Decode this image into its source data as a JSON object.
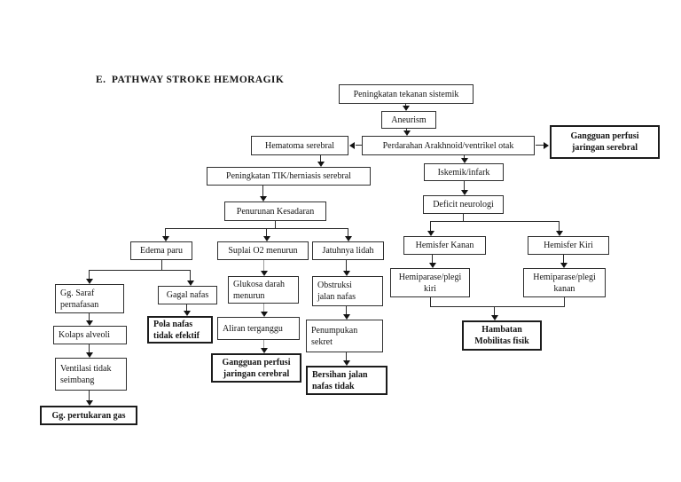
{
  "title": "E.  PATHWAY STROKE HEMORAGIK",
  "colors": {
    "background": "#ffffff",
    "line": "#2a2a2a",
    "light_line": "#9b9b9b",
    "box_border": "#2f2f2f",
    "text": "#141414"
  },
  "nodes": {
    "sistemik": {
      "label": "Peningkatan tekanan sistemik"
    },
    "aneurism": {
      "label": "Aneurism"
    },
    "hematoma": {
      "label": "Hematoma serebral"
    },
    "perdarahan": {
      "label": "Perdarahan Arakhnoid/ventrikel otak"
    },
    "gangguan_serebral": {
      "label": "Gangguan perfusi\njaringan serebral"
    },
    "tik": {
      "label": "Peningkatan TIK/herniasis serebral"
    },
    "penurunan": {
      "label": "Penurunan  Kesadaran"
    },
    "iskemik": {
      "label": "Iskemik/infark"
    },
    "deficit": {
      "label": "Deficit neurologi"
    },
    "edema": {
      "label": "Edema paru"
    },
    "suplai": {
      "label": "Suplai O2 menurun"
    },
    "jatuhnya": {
      "label": "Jatuhnya lidah"
    },
    "hemisfer_kanan": {
      "label": "Hemisfer Kanan"
    },
    "hemisfer_kiri": {
      "label": "Hemisfer Kiri"
    },
    "hemiparase_kiri": {
      "label": "Hemiparase/plegi\nkiri"
    },
    "hemiparase_kanan": {
      "label": "Hemiparase/plegi\nkanan"
    },
    "hambatan": {
      "label": "Hambatan\nMobilitas fisik"
    },
    "gg_saraf": {
      "label": "Gg. Saraf\npernafasan"
    },
    "kolaps": {
      "label": "Kolaps alveoli"
    },
    "ventilasi": {
      "label": "Ventilasi tidak\nseimbang"
    },
    "gg_pertukaran": {
      "label": "Gg. pertukaran gas"
    },
    "gagal": {
      "label": "Gagal nafas"
    },
    "pola": {
      "label": "Pola nafas\ntidak efektif"
    },
    "glukosa": {
      "label": "Glukosa darah\nmenurun"
    },
    "aliran": {
      "label": "Aliran terganggu"
    },
    "gangguan_cerebral": {
      "label": "Gangguan perfusi\njaringan cerebral"
    },
    "obstruksi": {
      "label": "Obstruksi\njalan nafas"
    },
    "penumpukan": {
      "label": "Penumpukan\nsekret"
    },
    "bersihan": {
      "label": "Bersihan jalan\nnafas tidak"
    }
  }
}
